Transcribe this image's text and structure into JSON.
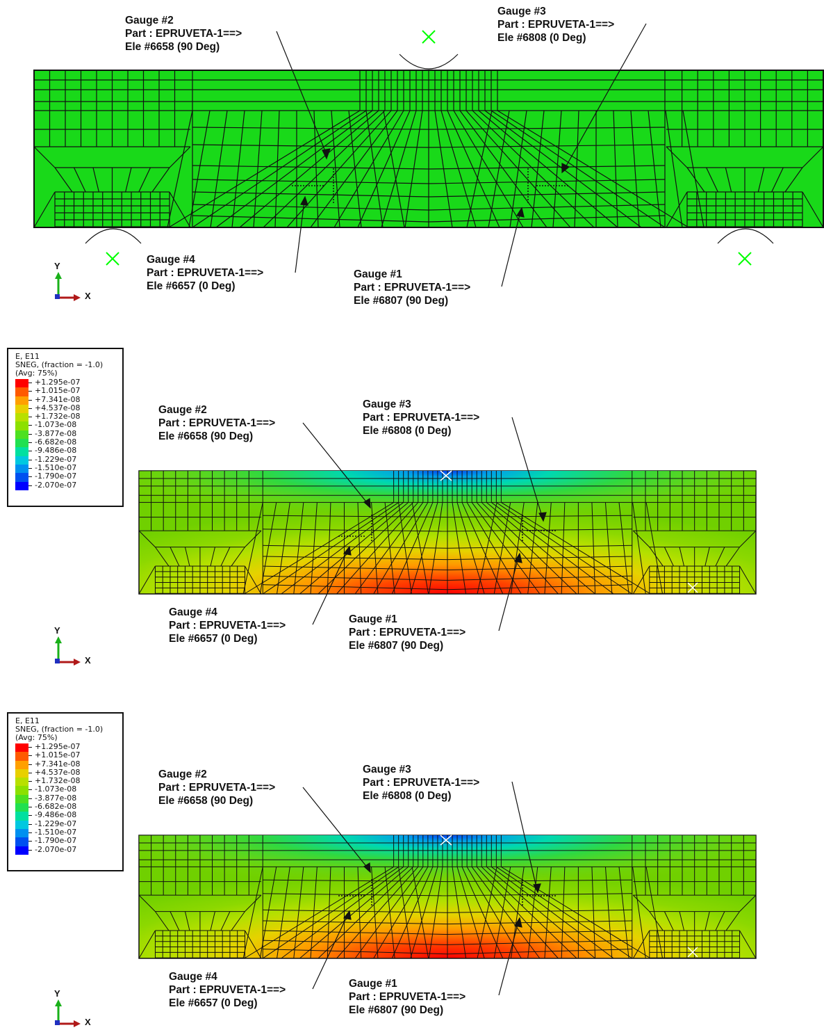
{
  "gauges": {
    "g2": {
      "title": "Gauge #2",
      "part": "Part : EPRUVETA-1==>",
      "ele": "Ele #6658 (90 Deg)"
    },
    "g3": {
      "title": "Gauge #3",
      "part": "Part : EPRUVETA-1==>",
      "ele": "Ele #6808 (0 Deg)"
    },
    "g4": {
      "title": "Gauge #4",
      "part": "Part : EPRUVETA-1==>",
      "ele": "Ele #6657 (0 Deg)"
    },
    "g1": {
      "title": "Gauge #1",
      "part": "Part : EPRUVETA-1==>",
      "ele": "Ele #6807 (90 Deg)"
    }
  },
  "axis": {
    "y": "Y",
    "x": "X"
  },
  "legend": {
    "line1": "E, E11",
    "line2": "SNEG, (fraction = -1.0)",
    "line3": "(Avg: 75%)",
    "values": [
      "+1.295e-07",
      "+1.015e-07",
      "+7.341e-08",
      "+4.537e-08",
      "+1.732e-08",
      "-1.073e-08",
      "-3.877e-08",
      "-6.682e-08",
      "-9.486e-08",
      "-1.229e-07",
      "-1.510e-07",
      "-1.790e-07",
      "-2.070e-07"
    ],
    "colors": [
      "#ff0000",
      "#ff5a00",
      "#ffa000",
      "#e8d000",
      "#b8e000",
      "#8ce000",
      "#4ce020",
      "#20e050",
      "#00e0a0",
      "#00c8e0",
      "#0090f0",
      "#0050f0",
      "#0000ff"
    ]
  },
  "mesh_colors": {
    "plain": "#19d919",
    "edge": "#111111",
    "marker": "#00ff00",
    "marker_contour": "#ffffff"
  }
}
